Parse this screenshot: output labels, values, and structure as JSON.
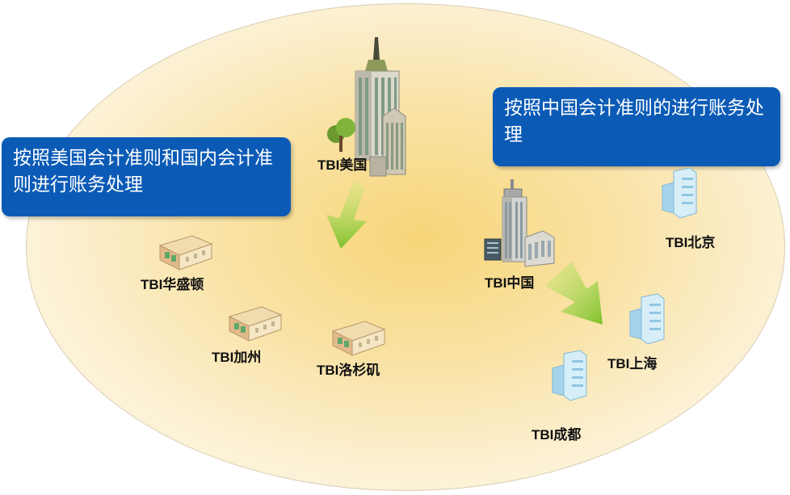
{
  "callouts": {
    "us_gaap": "按照美国会计准则和国内会计准则进行账务处理",
    "cn_gaap": "按照中国会计准则的进行账务处理"
  },
  "offices": {
    "usa": "TBI美国",
    "washington": "TBI华盛顿",
    "california": "TBI加州",
    "los_angeles": "TBI洛杉矶",
    "china": "TBI中国",
    "beijing": "TBI北京",
    "shanghai": "TBI上海",
    "chengdu": "TBI成都"
  }
}
